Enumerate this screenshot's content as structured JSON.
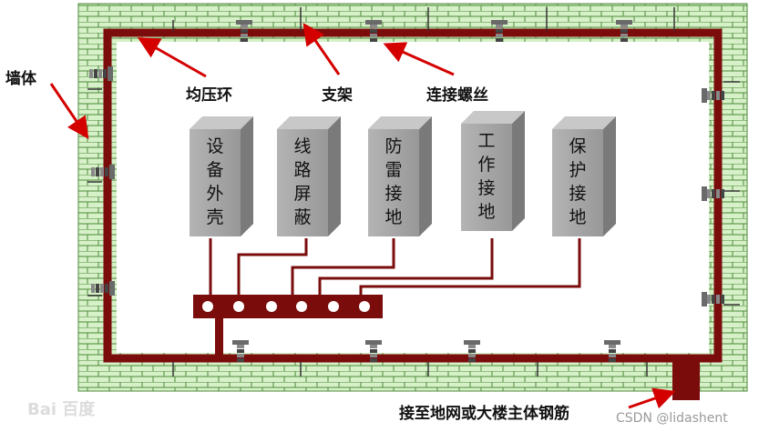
{
  "labels": {
    "wall": "墙体",
    "equalizing_ring": "均压环",
    "bracket": "支架",
    "connecting_screw": "连接螺丝",
    "ground_connection": "接至地网或大楼主体钢筋"
  },
  "boxes": [
    {
      "id": "equipment-casing",
      "text": [
        "设",
        "备",
        "外",
        "壳"
      ]
    },
    {
      "id": "line-shielding",
      "text": [
        "线",
        "路",
        "屏",
        "蔽"
      ]
    },
    {
      "id": "lightning-grounding",
      "text": [
        "防",
        "雷",
        "接",
        "地"
      ]
    },
    {
      "id": "working-grounding",
      "text": [
        "工",
        "作",
        "接",
        "地"
      ]
    },
    {
      "id": "protective-grounding",
      "text": [
        "保",
        "护",
        "接",
        "地"
      ]
    }
  ],
  "watermarks": {
    "baidu": "Bai 百度",
    "csdn": "CSDN @lidashent"
  },
  "colors": {
    "wall": "#d6f0c8",
    "brick_line": "#4f8a3a",
    "ring": "#7a0c0c",
    "arrow": "#d40000",
    "box_front": "#a8a8a8",
    "box_side": "#7a7a7a",
    "box_top": "#c8c8c8",
    "screw": "#6a6a6a"
  }
}
